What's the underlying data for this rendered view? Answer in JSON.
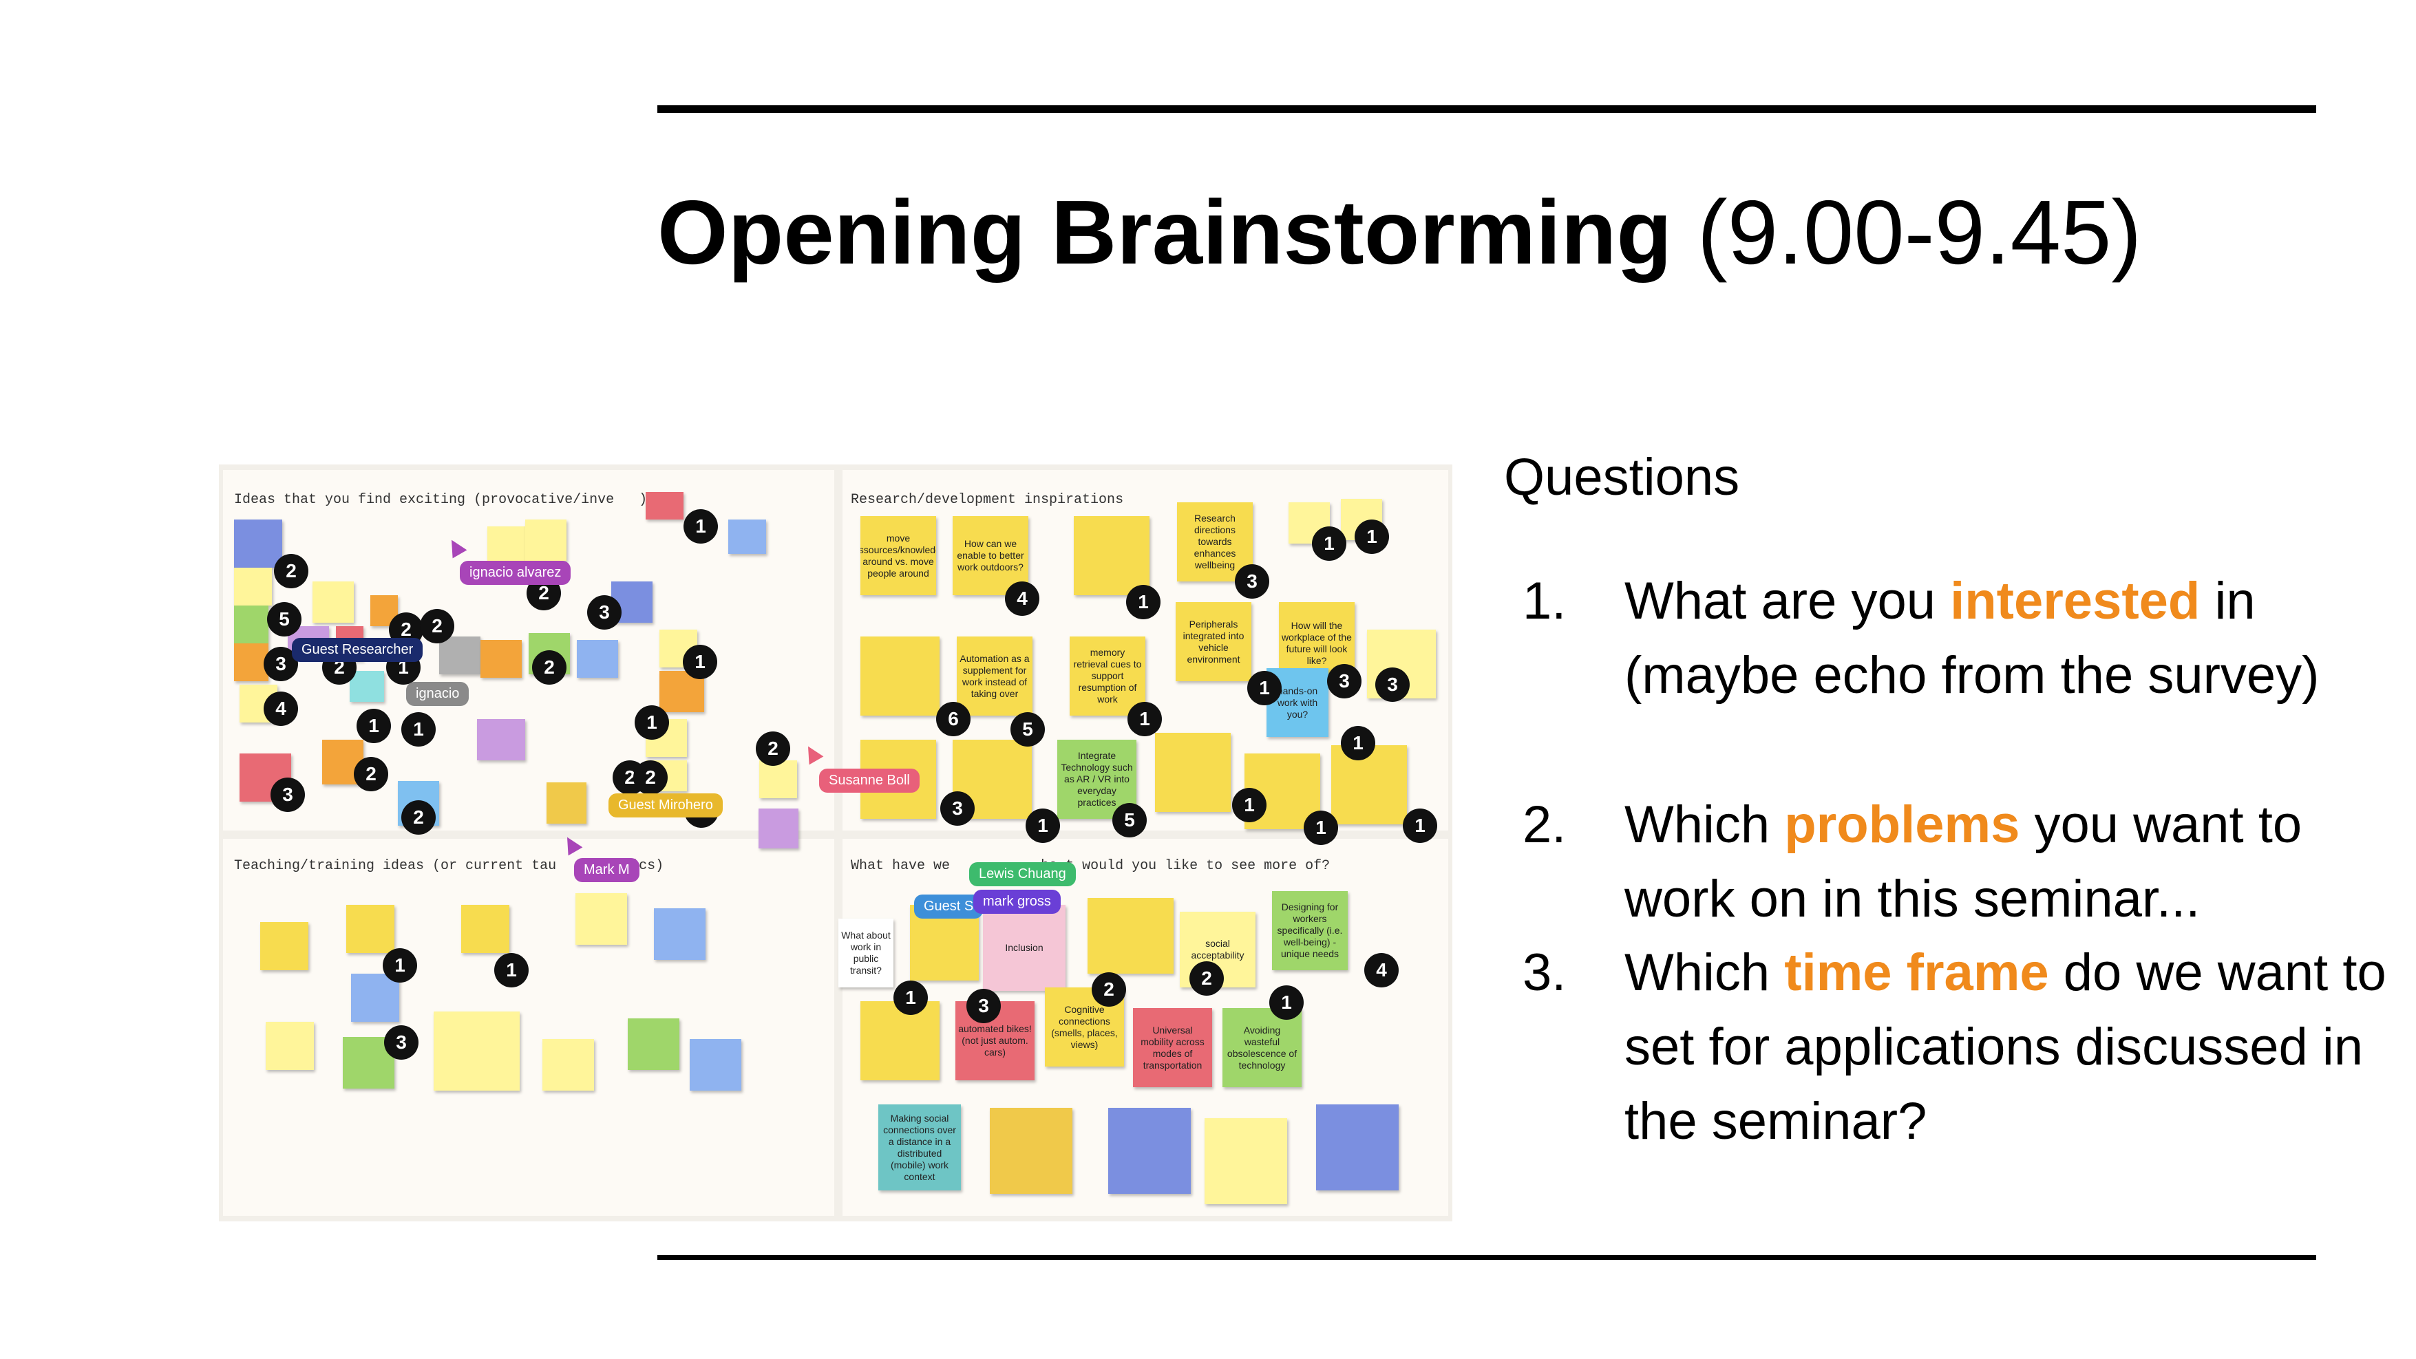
{
  "slide": {
    "title_bold": "Opening Brainstorming",
    "title_time": "(9.00-9.45)",
    "questions_heading": "Questions",
    "questions": [
      {
        "num": "1.",
        "pre": "What are you ",
        "highlight": "interested",
        "post": " in (maybe echo from the survey)"
      },
      {
        "num": "2.",
        "pre": "Which ",
        "highlight": "problems",
        "post": " you want to work on in this seminar..."
      },
      {
        "num": "3.",
        "pre": "Which ",
        "highlight": "time frame",
        "post": " do we want to set for applications discussed in the seminar?"
      }
    ],
    "highlight_color": "#f08a1c"
  },
  "board": {
    "frames": {
      "ideas": "Ideas that you find exciting (provocative/inve",
      "ideas_tail": ")",
      "research": "Research/development inspirations",
      "teaching": "Teaching/training ideas (or current tau",
      "teaching_tail": "ics)",
      "what": "What have we",
      "what_tail": "ha t would you like to see more of?"
    },
    "cursors": [
      {
        "name": "ignacio alvarez",
        "color": "#a845b8"
      },
      {
        "name": "Guest Researcher",
        "color": "#1a2a6c"
      },
      {
        "name": "ignacio",
        "color": "#8a8a8a"
      },
      {
        "name": "Susanne Boll",
        "color": "#e8607a"
      },
      {
        "name": "Guest Mirohero",
        "color": "#e8b82c"
      },
      {
        "name": "Mark M",
        "color": "#a845b8"
      },
      {
        "name": "Lewis Chuang",
        "color": "#3dbb6d"
      },
      {
        "name": "Guest S",
        "color": "#3d8fd9"
      },
      {
        "name": "mark gross",
        "color": "#6a3fd6"
      }
    ],
    "notes": {
      "n1": "move ressources/knowledge around vs. move people around",
      "n2": "How can we enable to better work outdoors?",
      "n3": "Automation as a supplement for work instead of taking over",
      "n4": "memory retrieval cues to support resumption of work",
      "n5": "How will the workplace of the future will look like?",
      "n6": "hands-on work with you?",
      "n7": "Integrate Technology such as AR / VR into everyday practices",
      "n8": "Inclusion",
      "n9": "Cognitive connections (smells, places, views)",
      "n10": "social acceptability",
      "n11": "Universal mobility across modes of transportation",
      "n12": "Avoiding wasteful obsolescence of technology",
      "n13": "Designing for workers specifically (i.e. well-being) - unique needs",
      "n14": "automated bikes! (not just autom. cars)",
      "n15": "What about work in public transit?",
      "n16": "Making social connections over a distance in a distributed (mobile) work context",
      "n17": "Peripherals integrated into vehicle environment",
      "n18": "Research directions towards enhances wellbeing"
    },
    "votes": [
      "1",
      "2",
      "3",
      "4",
      "5",
      "6"
    ]
  }
}
